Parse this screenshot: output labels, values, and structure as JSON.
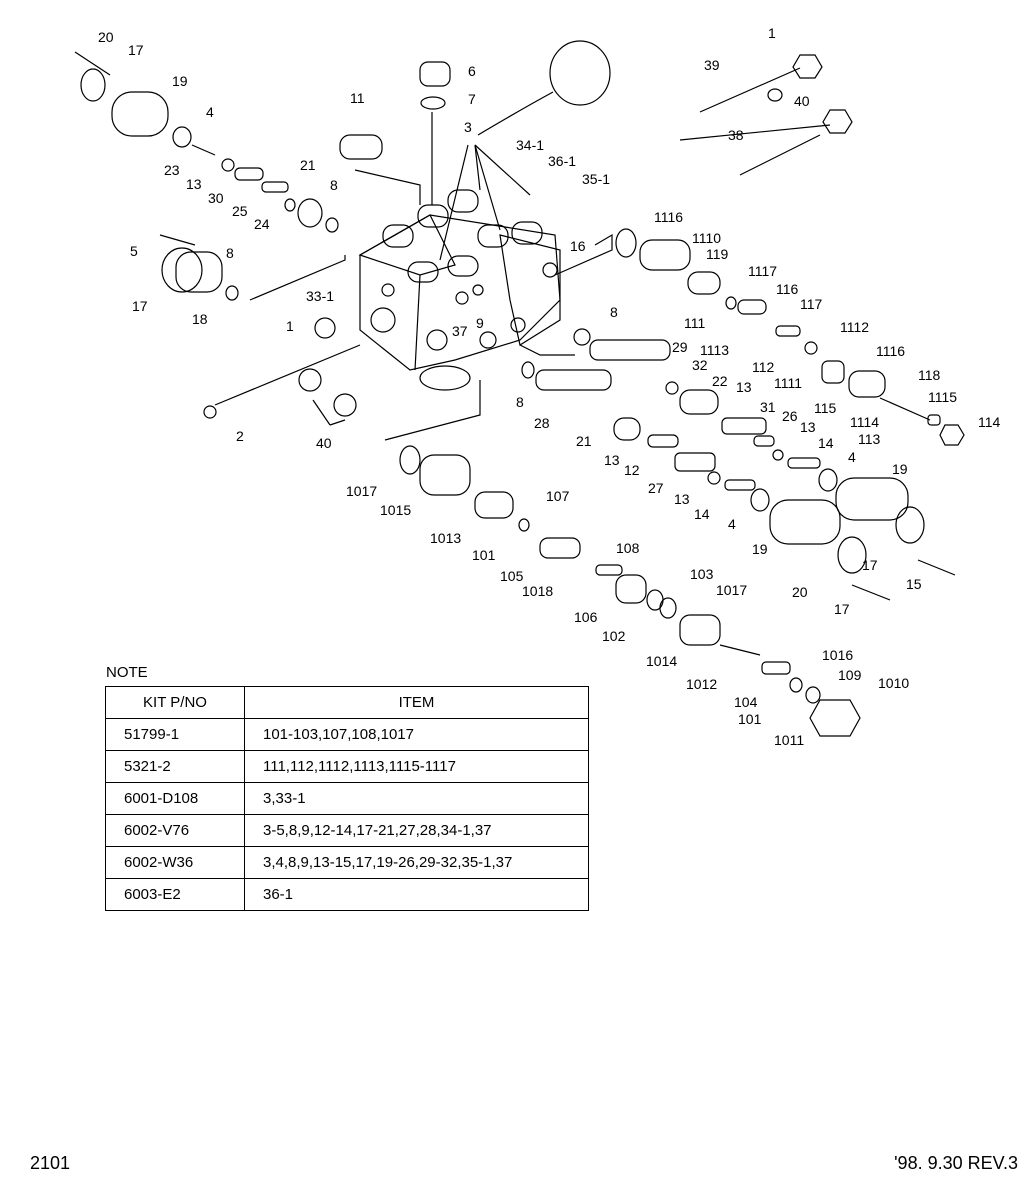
{
  "note": {
    "label": "NOTE",
    "columns": [
      "KIT P/NO",
      "ITEM"
    ],
    "rows": [
      {
        "kit": "51799-1",
        "items": "101-103,107,108,1017"
      },
      {
        "kit": "5321-2",
        "items": "111,112,1112,1113,1115-1117"
      },
      {
        "kit": "6001-D108",
        "items": "3,33-1"
      },
      {
        "kit": "6002-V76",
        "items": "3-5,8,9,12-14,17-21,27,28,34-1,37"
      },
      {
        "kit": "6002-W36",
        "items": "3,4,8,9,13-15,17,19-26,29-32,35-1,37"
      },
      {
        "kit": "6003-E2",
        "items": "36-1"
      }
    ]
  },
  "footer": {
    "page": "2101",
    "revision": "'98. 9.30  REV.3"
  },
  "callouts": [
    "20",
    "17",
    "19",
    "4",
    "23",
    "13",
    "30",
    "25",
    "24",
    "21",
    "8",
    "11",
    "6",
    "7",
    "3",
    "34-1",
    "36-1",
    "35-1",
    "16",
    "5",
    "8",
    "17",
    "18",
    "33-1",
    "1",
    "37",
    "9",
    "2",
    "40",
    "1",
    "39",
    "40",
    "38",
    "1116",
    "1110",
    "119",
    "1117",
    "116",
    "117",
    "111",
    "1113",
    "112",
    "1112",
    "1111",
    "1116",
    "118",
    "115",
    "1114",
    "1115",
    "113",
    "114",
    "8",
    "29",
    "32",
    "22",
    "13",
    "31",
    "26",
    "13",
    "14",
    "4",
    "19",
    "8",
    "28",
    "21",
    "13",
    "12",
    "27",
    "13",
    "14",
    "4",
    "19",
    "17",
    "15",
    "20",
    "17",
    "1017",
    "1015",
    "107",
    "1013",
    "101",
    "105",
    "108",
    "1018",
    "103",
    "106",
    "102",
    "1017",
    "1014",
    "1012",
    "1016",
    "109",
    "1010",
    "104",
    "101",
    "1011"
  ]
}
